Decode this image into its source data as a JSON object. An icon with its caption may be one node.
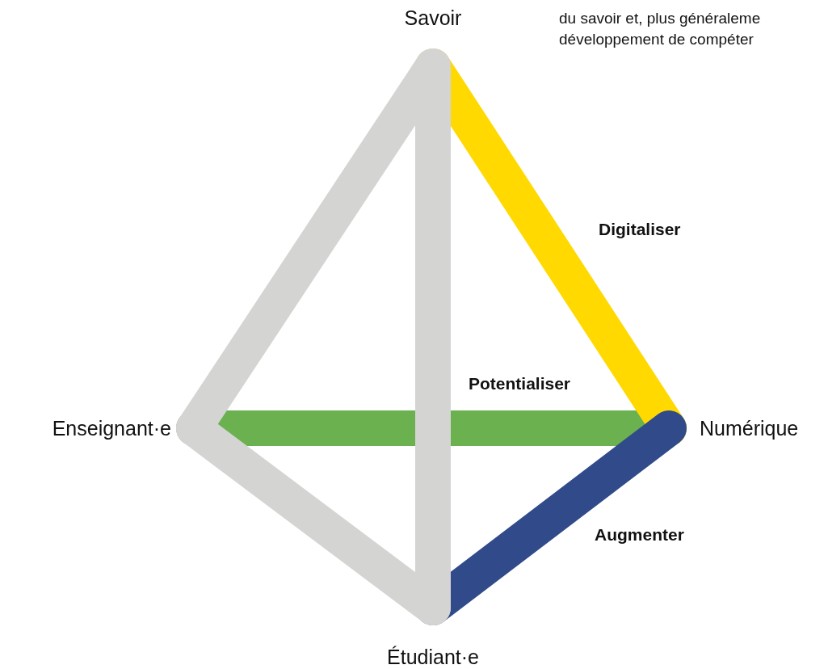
{
  "diagram": {
    "nodes": [
      {
        "text": [
          "Savoir"
        ]
      },
      {
        "text": [
          "Numérique"
        ]
      },
      {
        "text": [
          "Étudiant·e"
        ]
      },
      {
        "text": [
          "Enseignant·e"
        ]
      }
    ],
    "edges": [
      {
        "from": 3,
        "to": 1,
        "arrow": "none",
        "label": "Potentialiser",
        "color": "#6bb150"
      },
      {
        "from": 0,
        "to": 1,
        "arrow": "none",
        "label": "Digitaliser",
        "color": "#ffd900"
      },
      {
        "from": 1,
        "to": 2,
        "arrow": "none",
        "label": "Augmenter",
        "color": "#304a8a"
      },
      {
        "from": 0,
        "to": 3,
        "arrow": "none"
      },
      {
        "from": 3,
        "to": 2,
        "arrow": "none"
      },
      {
        "from": 0,
        "to": 2,
        "arrow": "none"
      }
    ],
    "labels": [
      "du savoir et, plus généraleme développement de compéter"
    ]
  }
}
